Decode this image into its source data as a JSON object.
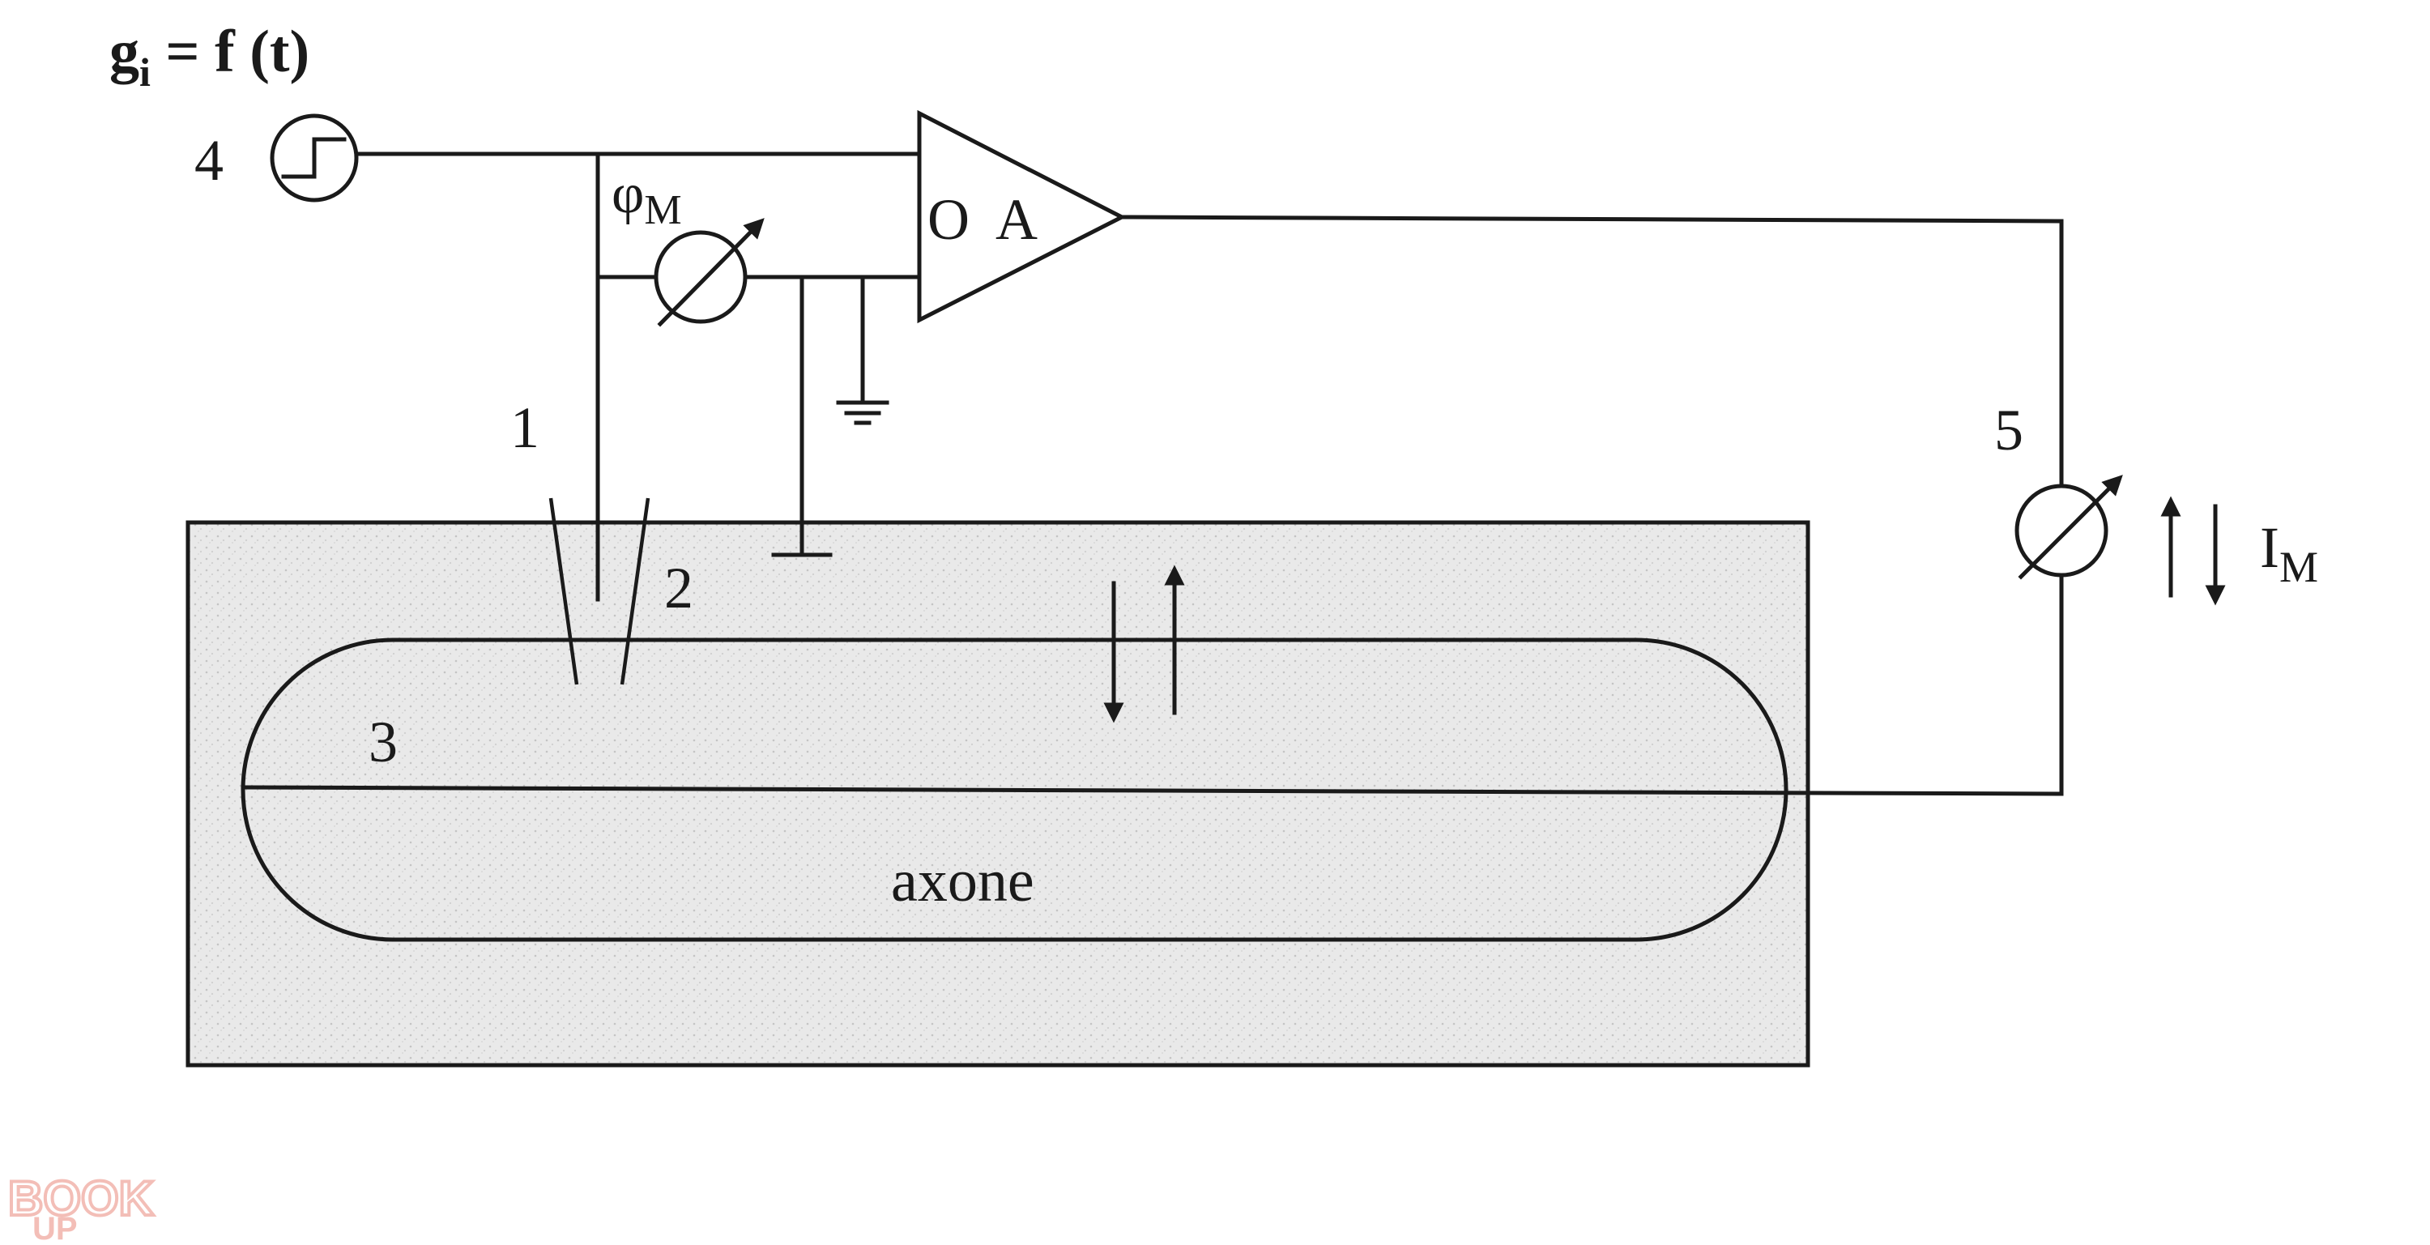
{
  "labels": {
    "formula_g": "g",
    "formula_sub": "i",
    "formula_rest": " = f (t)",
    "num_1": "1",
    "num_2": "2",
    "num_3": "3",
    "num_4": "4",
    "num_5": "5",
    "phi": "φ",
    "phi_sub": "M",
    "amp": "O  A",
    "current": "I",
    "current_sub": "M",
    "axone": "axone"
  },
  "watermark": "BOOK UP",
  "colors": {
    "ink": "#1a1a1a",
    "bath": "#e6e6e6",
    "watermark": "#f2b8b0"
  }
}
